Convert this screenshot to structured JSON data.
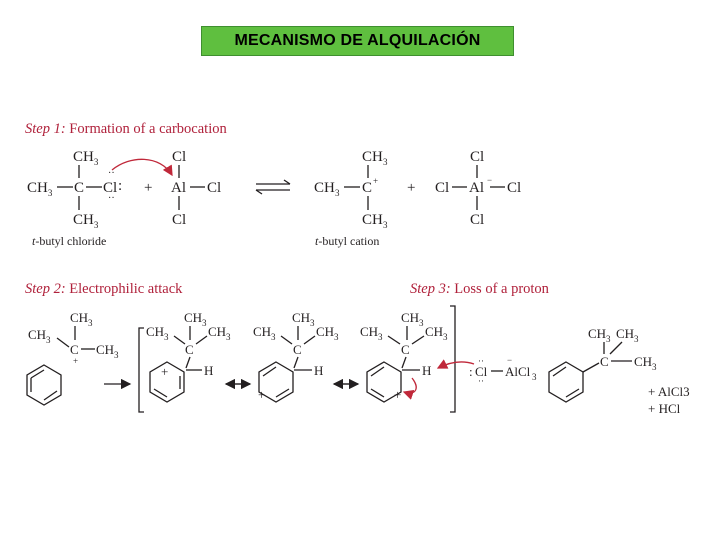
{
  "title": "MECANISMO DE ALQUILACIÓN",
  "step1": {
    "number": "Step 1:",
    "label": "Formation of a carbocation",
    "caption_chloride": "t-butyl chloride",
    "caption_cation": "t-butyl cation"
  },
  "step2": {
    "number": "Step 2:",
    "label": "Electrophilic attack"
  },
  "step3": {
    "number": "Step 3:",
    "label": "Loss of a proton",
    "byproducts": [
      "+ AlCl3",
      "+ HCl"
    ]
  },
  "atoms": {
    "ch3": "CH",
    "three": "3",
    "c": "C",
    "cl": "Cl",
    "al": "Al",
    "h": "H",
    "alcl3": "AlCl",
    "plus": "+",
    "minus": "−",
    "t_prefix": "t",
    "butyl_chloride": "-butyl chloride",
    "butyl_cation": "-butyl cation"
  },
  "colors": {
    "title_bg": "#5fbf3f",
    "step_text": "#b0213b",
    "curved_arrow": "#c0283a",
    "ink": "#231f20"
  }
}
